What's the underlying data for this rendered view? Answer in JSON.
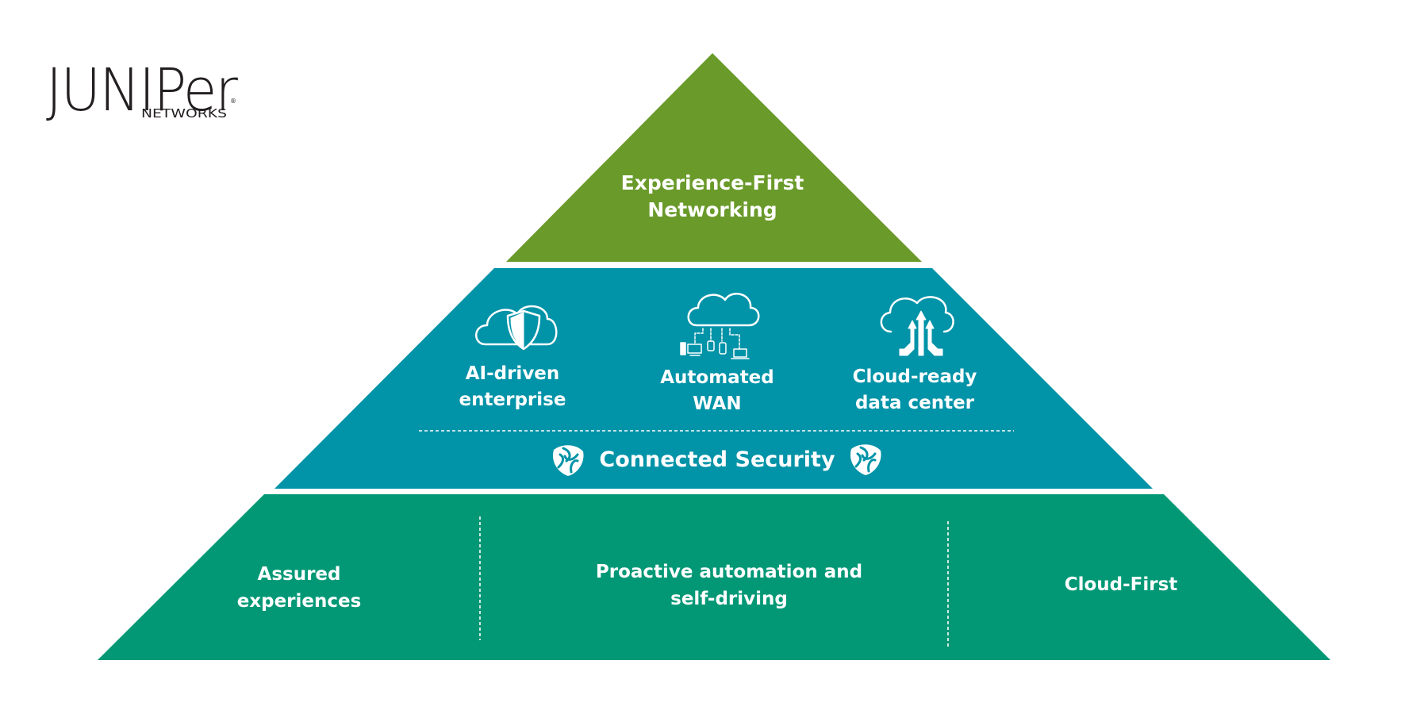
{
  "logo": {
    "wordmark": "JUNIPer",
    "subtitle": "NETWORKS",
    "registered": "®"
  },
  "colors": {
    "top_tier": "#6a9a2a",
    "middle_tier": "#0193a8",
    "bottom_tier": "#029876",
    "text": "#ffffff",
    "logo": "#231f20"
  },
  "pyramid": {
    "top": {
      "lines": [
        "Experience-First",
        "Networking"
      ]
    },
    "middle": {
      "items": [
        {
          "icon": "cloud-shield-icon",
          "lines": [
            "AI-driven",
            "enterprise"
          ]
        },
        {
          "icon": "cloud-network-devices-icon",
          "lines": [
            "Automated",
            "WAN"
          ]
        },
        {
          "icon": "cloud-upload-arrows-icon",
          "lines": [
            "Cloud-ready",
            "data center"
          ]
        }
      ],
      "footer": {
        "label": "Connected Security",
        "icon": "security-shield-swirl-icon"
      }
    },
    "bottom": {
      "items": [
        {
          "lines": [
            "Assured",
            "experiences"
          ]
        },
        {
          "lines": [
            "Proactive automation and",
            "self-driving"
          ]
        },
        {
          "lines": [
            "Cloud-First"
          ]
        }
      ]
    }
  }
}
